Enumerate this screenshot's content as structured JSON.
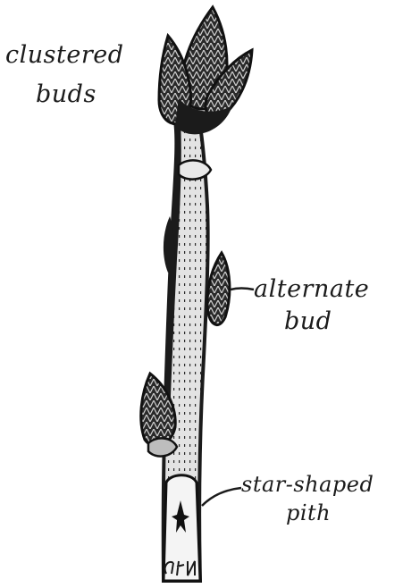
{
  "labels": {
    "clustered_line1": "clustered",
    "clustered_line2": "buds",
    "alternate_line1": "alternate",
    "alternate_line2": "bud",
    "pith_line1": "star-shaped",
    "pith_line2": "pith"
  },
  "signature_text": "GFN",
  "colors": {
    "background": "#ffffff",
    "ink": "#1b1b1b",
    "bark_fill": "#d8d8d8",
    "bud_dark": "#1f1f1f",
    "bud_light": "#bdbdbd"
  }
}
